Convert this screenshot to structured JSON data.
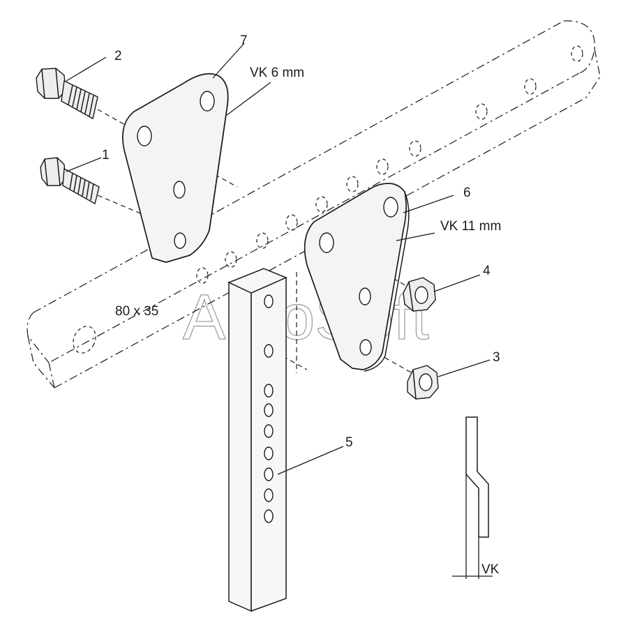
{
  "callouts": {
    "p1": "1",
    "p2": "2",
    "p3": "3",
    "p4": "4",
    "p5": "5",
    "p6": "6",
    "p7": "7"
  },
  "annotations": {
    "vk6": "VK 6 mm",
    "vk11": "VK 11 mm",
    "size": "80 x 35",
    "vk": "VK"
  },
  "watermark": "AutoSoft"
}
